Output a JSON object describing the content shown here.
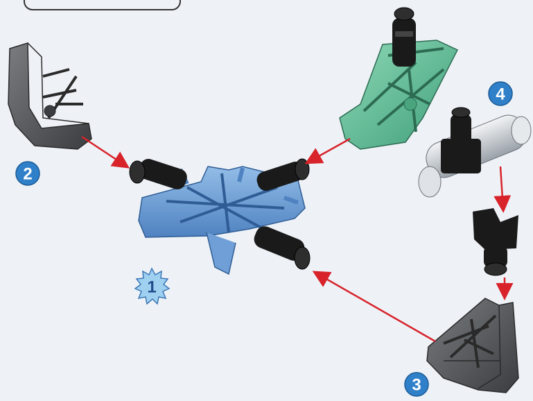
{
  "steps": [
    {
      "number": "1"
    },
    {
      "number": "2"
    },
    {
      "number": "3"
    },
    {
      "number": "4"
    }
  ],
  "colors": {
    "background": "#eef2f7",
    "hub_blue": "#6f9fd6",
    "corner_green": "#6cc3a0",
    "corner_gray": "#55575a",
    "connector_black": "#1a1a1a",
    "rod_gray": "#c9ced3",
    "arrow_red": "#d8232a",
    "badge_blue": "#2f80c9",
    "burst_blue": "#9fd0f0"
  },
  "icons": [
    "blue-hub-piece",
    "green-corner-piece",
    "gray-corner-piece",
    "black-connector-piece",
    "gray-rod-piece",
    "step-badge"
  ]
}
